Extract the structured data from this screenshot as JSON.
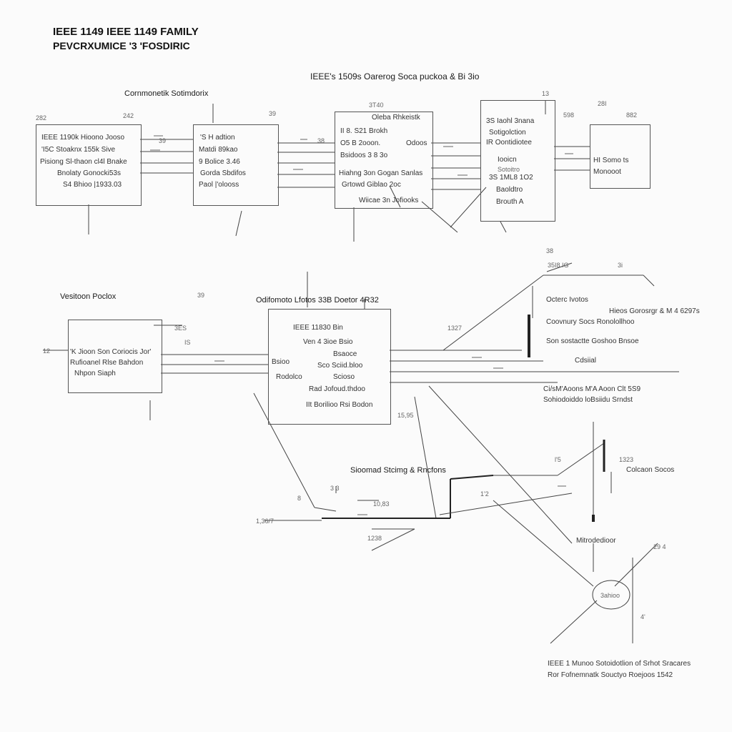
{
  "title": {
    "line1": "IEEE 1149 IEEE  1149 FAMILY",
    "line2": "PEVCRXUMICE '3 'FOSDIRIC"
  },
  "top_header": "IEEE's 1509s  Oarerog Soca puckoa & Bi 3io",
  "section_labels": {
    "component": "Cornmonetik Sotimdorix",
    "version": "Vesitoon Poclox",
    "configuration": "Odifomoto Lfotos 33B Doetor 4R32",
    "signal": "Sioomad Stcimg & Rncfons",
    "right_mid": "Octerc Ivotos",
    "colossus": "Colcaon Socos",
    "microdetector": "Mitrodedioor"
  },
  "box1": {
    "lines": [
      "IEEE 1190k Hioono Jooso",
      "'I5C Stoaknx 155k Sive",
      "Pisiong Sl-thaon cl4l Bnake",
      "Bnolaty Gonocki53s",
      "S4 Bhioo  |1933.03"
    ]
  },
  "box2": {
    "lines": [
      "'S H adtion",
      "Matdi 89kao",
      "9 Bolice 3.46",
      "Gorda Sbdifos",
      "Paol  |'olooss"
    ]
  },
  "box3": {
    "lines": [
      "Oleba Rhkeistk",
      "II 8.  S21 Brokh",
      "O5 B 2ooon.",
      "Bsidoos 3 8 3o",
      "Hiahng 3on Gogan  Sanlas",
      "Grtowd Giblao 2oc",
      "Wiicae  3n Jofiooks"
    ],
    "side": "Odoos"
  },
  "box4": {
    "lines": [
      "3S Iaohl 3nana",
      "Sotigolction",
      "IR Oontidiotee",
      "Iooicn",
      "Sotoitro",
      "3S 1ML8 1O2",
      "Baoldtro",
      "Brouth A"
    ]
  },
  "box5": {
    "lines": [
      "HI Somo ts",
      "Monooot"
    ]
  },
  "box6": {
    "lines": [
      "'K Jioon Son Coriocis Jor'",
      "Rufioanel Rlse Bahdon",
      "Nhpon Siaph"
    ]
  },
  "box7": {
    "lines": [
      "IEEE 11830 Bin",
      "Ven 4 3ioe Bsio",
      "Bsaoce",
      "Scioso",
      "Sco Sciid.bloo",
      "Rodolco",
      "Rad Jofoud.thdoo",
      "IIt Borilioo Rsi Bodon"
    ],
    "side": "Bsioo"
  },
  "right_notes": {
    "line1": "Hieos Gorosrgr & M 4 6297s",
    "line2": "Coovnury Socs Ronolollhoo",
    "line3": "Son sostactte Goshoo Bnsoe",
    "line4": "Cdsiial",
    "line5": "Ci/sM'Aoons M'A Aoon Clt 5S9",
    "line6": "Sohiodoiddo loBsiidu Srndst"
  },
  "footer": {
    "line1": "IEEE 1 Munoo Sotoidotlion of Srhot Sracares",
    "line2": "Ror Fofnemnatk Souctyo Roejoos 1542"
  },
  "node_label": "3ahioo",
  "refs": {
    "r1": "282",
    "r2": "242",
    "r3": "39",
    "r4": "38",
    "r5": "3T40",
    "r6": "13",
    "r7": "39",
    "r8": "598",
    "r9": "28I",
    "r10": "882",
    "r11": "38",
    "r12": "35I8.IG",
    "r13": "3i",
    "r14": "3ES",
    "r15": "1327",
    "r16": "12",
    "r17": "15,95",
    "r18": "3 3",
    "r19": "1323",
    "r20": "l'5",
    "r21": "1,36/7",
    "r22": "10,83",
    "r23": "1'2",
    "r24": "1238",
    "r25": "29  4",
    "r26": "4'",
    "r27": "IS",
    "r28": "39",
    "r29": "8"
  }
}
